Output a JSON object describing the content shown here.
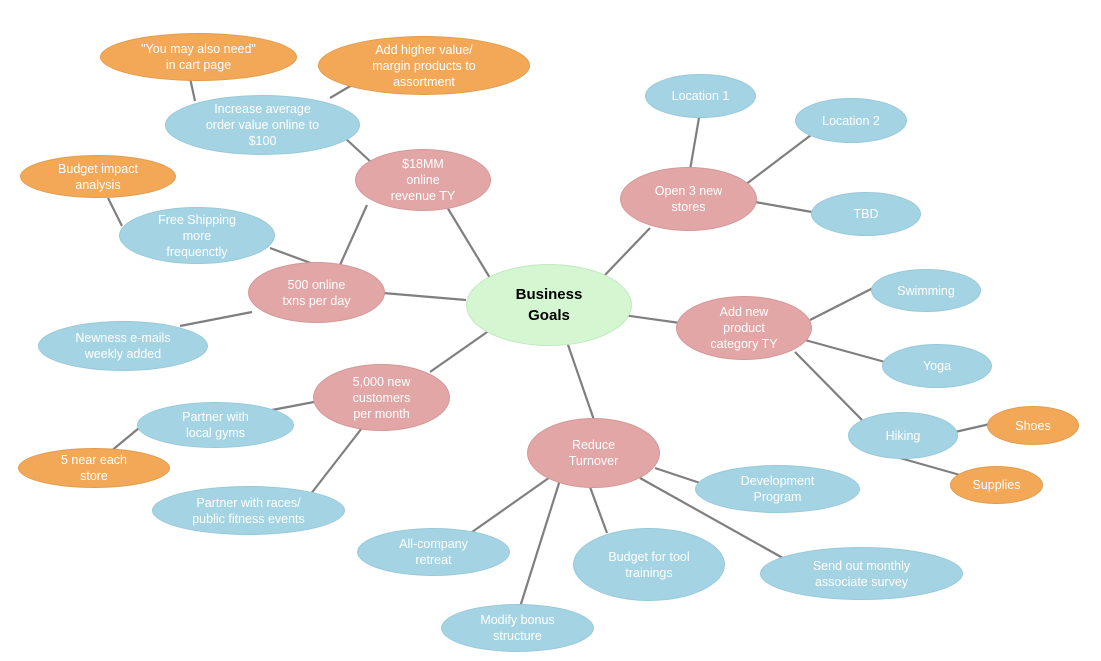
{
  "diagram": {
    "center": "Business\nGoals",
    "goals": {
      "online_revenue": "$18MM\nonline\nrevenue TY",
      "online_txns": "500 online\ntxns per day",
      "new_customers": "5,000 new\ncustomers\nper month",
      "reduce_turnover": "Reduce\nTurnover",
      "new_stores": "Open 3 new\nstores",
      "new_category": "Add new\nproduct\ncategory TY"
    },
    "tactics": {
      "avg_order": "Increase average\norder value online to\n$100",
      "you_may_need": "\"You may also need\"\nin cart page",
      "higher_margin": "Add higher value/\nmargin products to\nassortment",
      "free_shipping": "Free Shipping\nmore\nfrequenctly",
      "budget_impact": "Budget impact\nanalysis",
      "newness_emails": "Newness e-mails\nweekly added",
      "partner_gyms": "Partner with\nlocal gyms",
      "near_each_store": "5 near each\nstore",
      "partner_races": "Partner with races/\npublic fitness events",
      "company_retreat": "All-company\nretreat",
      "bonus_structure": "Modify bonus\nstructure",
      "tool_trainings": "Budget for tool\ntrainings",
      "associate_survey": "Send out monthly\nassociate survey",
      "dev_program": "Development\nProgram",
      "location1": "Location 1",
      "location2": "Location 2",
      "tbd": "TBD",
      "swimming": "Swimming",
      "yoga": "Yoga",
      "hiking": "Hiking",
      "shoes": "Shoes",
      "supplies": "Supplies"
    }
  }
}
